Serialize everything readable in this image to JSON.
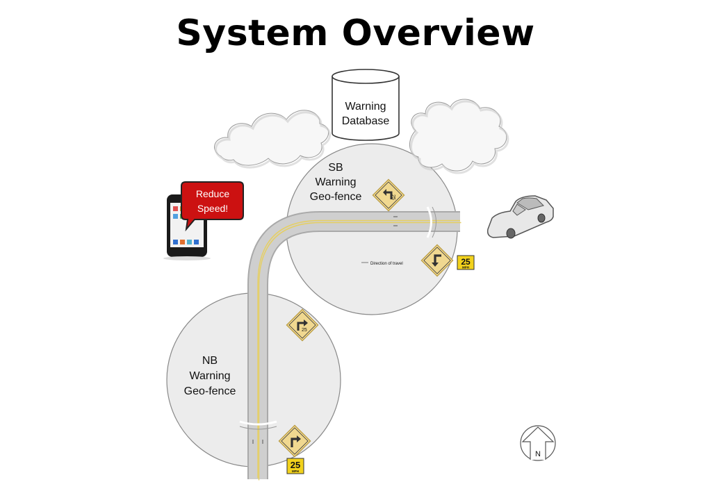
{
  "title": "System Overview",
  "database": {
    "line1": "Warning",
    "line2": "Database"
  },
  "sb_geofence": {
    "line1": "SB",
    "line2": "Warning",
    "line3": "Geo-fence"
  },
  "nb_geofence": {
    "line1": "NB",
    "line2": "Warning",
    "line3": "Geo-fence"
  },
  "phone_alert": {
    "line1": "Reduce",
    "line2": "Speed!"
  },
  "speed_sign_value": "25",
  "speed_sign_unit": "MPH",
  "direction_label": "Direction of travel",
  "compass_label": "N",
  "colors": {
    "warning_sign": "#f0d890",
    "alert_bubble": "#cc1111",
    "road": "#c8c8c8",
    "centerline": "#e8d060",
    "plate": "#f2d21c"
  }
}
